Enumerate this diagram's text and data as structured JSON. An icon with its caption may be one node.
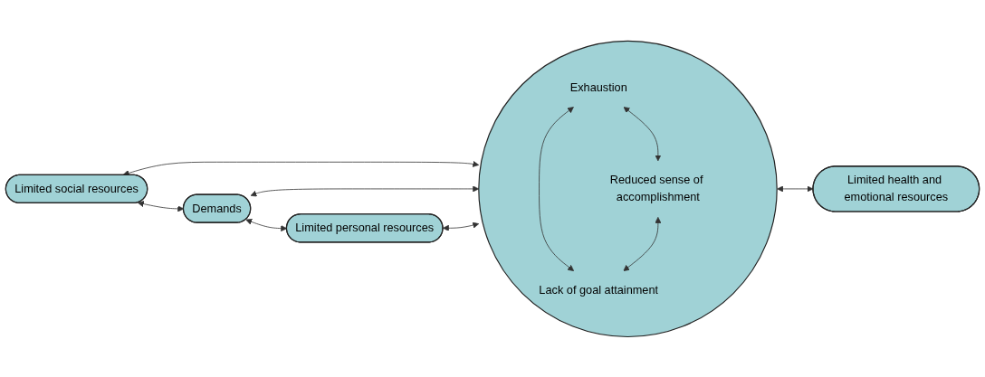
{
  "diagram": {
    "nodes": [
      {
        "text": [
          "Limited social resources"
        ]
      },
      {
        "text": [
          "Demands"
        ]
      },
      {
        "text": [
          "Limited personal resources"
        ]
      },
      {
        "text": [],
        "shape": "circle"
      },
      {
        "text": [
          "Exhaustion"
        ],
        "in": 3
      },
      {
        "text": [
          "Reduced sense of accomplishment"
        ],
        "in": 3
      },
      {
        "text": [
          "Lack of goal attainment"
        ],
        "in": 3
      },
      {
        "text": [
          "Limited health and emotional resources"
        ]
      }
    ],
    "edges": [
      {
        "from": 0,
        "to": 1,
        "arrow": "both"
      },
      {
        "from": 0,
        "to": 3,
        "arrow": "both"
      },
      {
        "from": 1,
        "to": 3,
        "arrow": "both"
      },
      {
        "from": 1,
        "to": 2,
        "arrow": "both"
      },
      {
        "from": 2,
        "to": 3,
        "arrow": "both"
      },
      {
        "from": 4,
        "to": 5,
        "arrow": "both"
      },
      {
        "from": 4,
        "to": 6,
        "arrow": "both"
      },
      {
        "from": 5,
        "to": 6,
        "arrow": "both"
      },
      {
        "from": 3,
        "to": 7,
        "arrow": "both"
      }
    ]
  }
}
